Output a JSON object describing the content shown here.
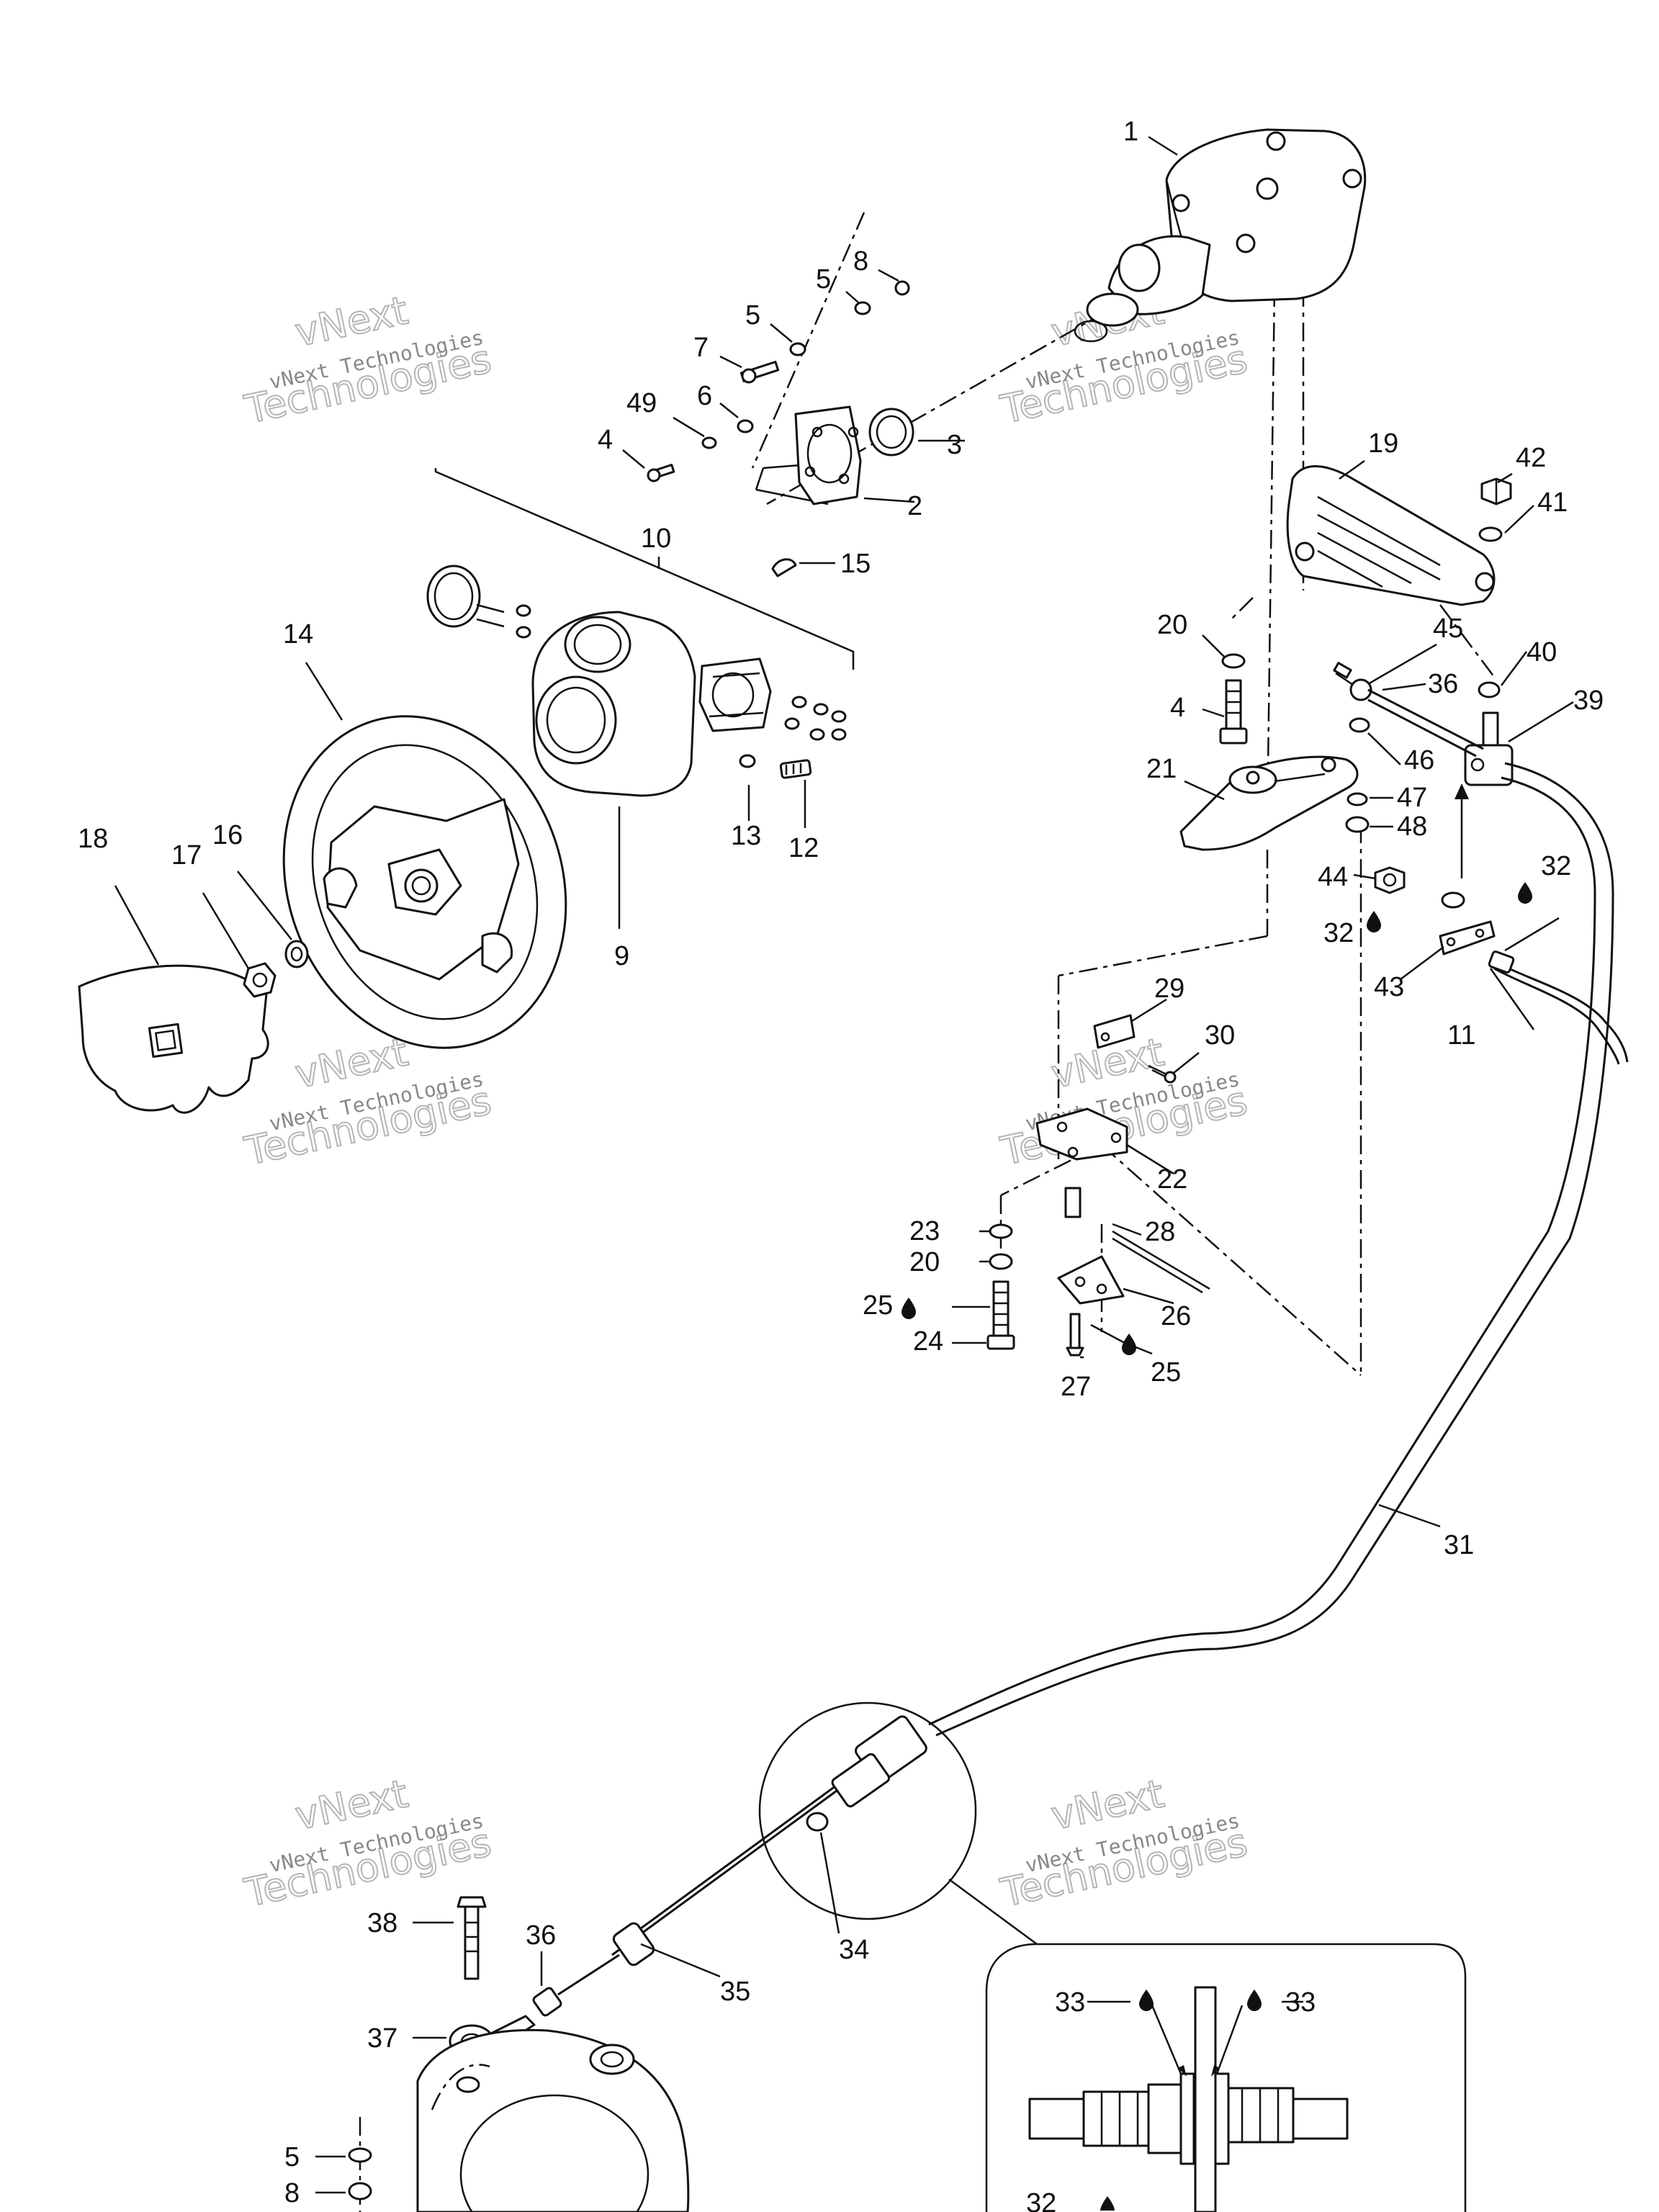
{
  "watermark": {
    "company": "vNext Technologies",
    "word_top": "vNext",
    "word_bottom": "Technologies"
  },
  "labels": {
    "p1": "1",
    "p2": "2",
    "p3": "3",
    "p4a": "4",
    "p4b": "4",
    "p5a": "5",
    "p5b": "5",
    "p5c": "5",
    "p6": "6",
    "p7": "7",
    "p8a": "8",
    "p8b": "8",
    "p9": "9",
    "p10": "10",
    "p11": "11",
    "p12": "12",
    "p13": "13",
    "p14": "14",
    "p15": "15",
    "p16": "16",
    "p17": "17",
    "p18": "18",
    "p19": "19",
    "p20a": "20",
    "p20b": "20",
    "p21": "21",
    "p22": "22",
    "p23": "23",
    "p24": "24",
    "p25a": "25",
    "p25b": "25",
    "p26": "26",
    "p27": "27",
    "p28": "28",
    "p29": "29",
    "p30": "30",
    "p31": "31",
    "p32a": "32",
    "p32b": "32",
    "p32c": "32",
    "p33a": "33",
    "p33b": "33",
    "p34": "34",
    "p35": "35",
    "p36a": "36",
    "p36b": "36",
    "p37": "37",
    "p38": "38",
    "p39": "39",
    "p40": "40",
    "p41": "41",
    "p42": "42",
    "p43": "43",
    "p44": "44",
    "p45": "45",
    "p46": "46",
    "p47": "47",
    "p48": "48",
    "p49": "49"
  },
  "icons": {
    "lubricant": "oil-drop-icon"
  }
}
